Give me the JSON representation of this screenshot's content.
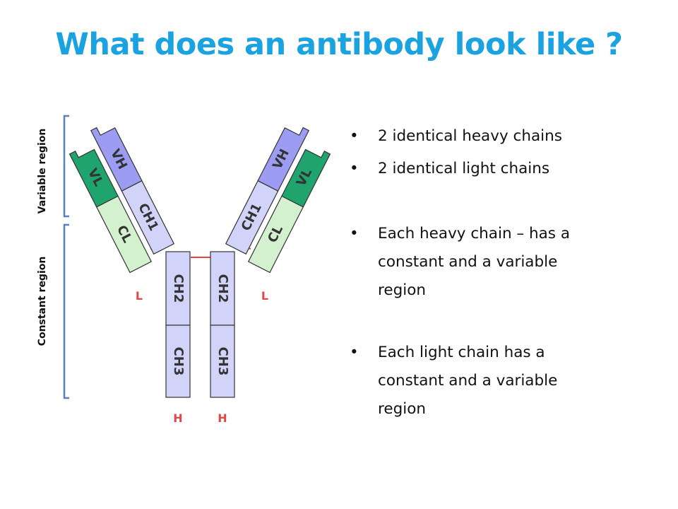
{
  "title": "What does an antibody look like ?",
  "colors": {
    "title": "#1aa3e0",
    "heavy_variable": "#9c9cf2",
    "heavy_constant": "#d2d3f8",
    "light_variable": "#20a46e",
    "light_constant": "#d4f1cf",
    "disulfide": "#e04848",
    "bracket": "#5a82b8"
  },
  "brackets": {
    "variable": "Variable region",
    "constant": "Constant region"
  },
  "domains": {
    "vh": "VH",
    "ch1": "CH1",
    "ch2": "CH2",
    "ch3": "CH3",
    "vl": "VL",
    "cl": "CL"
  },
  "chain_labels": {
    "light_left": "L",
    "light_right": "L",
    "heavy_left": "H",
    "heavy_right": "H"
  },
  "bullets": [
    {
      "line1": "2 identical  heavy chains",
      "line2": "",
      "line3": ""
    },
    {
      "line1": "2 identical light chains",
      "line2": "",
      "line3": ""
    },
    {
      "line1": "Each heavy chain – has a",
      "line2": "constant and a variable",
      "line3": "region"
    },
    {
      "line1": "Each light chain has a",
      "line2": "constant and a variable",
      "line3": "region"
    }
  ],
  "bullet_symbol": "•"
}
